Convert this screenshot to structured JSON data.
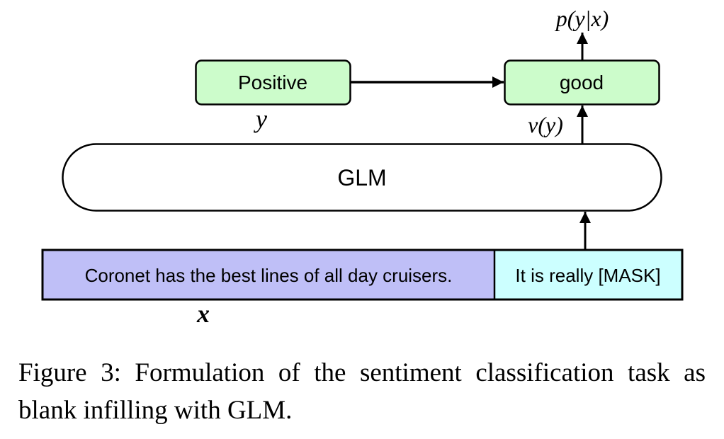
{
  "diagram": {
    "label_box": {
      "text": "Positive",
      "fill": "#ccfccb"
    },
    "label_symbol": "y",
    "verbalizer_box": {
      "text": "good",
      "fill": "#ccfccb"
    },
    "verbalizer_symbol": "v(y)",
    "output_symbol": "p(y|x)",
    "model": {
      "text": "GLM",
      "fill": "#ffffff"
    },
    "input": {
      "sentence": {
        "text": "Coronet has the best lines of all day cruisers.",
        "fill": "#bfbff7"
      },
      "prompt": {
        "text": "It is really [MASK]",
        "fill": "#ccffff"
      }
    },
    "input_symbol": "x",
    "edges": [
      {
        "from": "label_box",
        "to": "verbalizer_box"
      },
      {
        "from": "input.prompt",
        "to": "model"
      },
      {
        "from": "model",
        "to": "verbalizer_box"
      },
      {
        "from": "verbalizer_box",
        "to": "output_symbol"
      }
    ]
  },
  "caption": "Figure 3: Formulation of the sentiment classification task as blank infilling with GLM."
}
